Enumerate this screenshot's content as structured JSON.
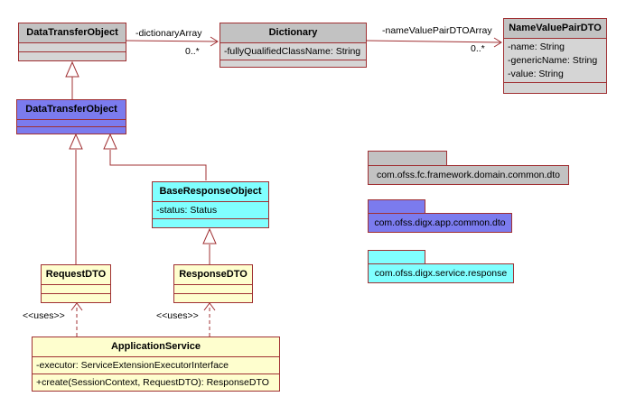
{
  "diagram": {
    "line_color": "#A03033",
    "text_color": "#000000",
    "background": "#FFFFFF",
    "fills": {
      "framework_gray": "#C2C2C2",
      "digx_blue": "#7B7BEE",
      "response_cyan": "#80FFFF",
      "class_yellow": "#FEFECE"
    }
  },
  "classes": {
    "dto_fc": {
      "name": "DataTransferObject",
      "fill": "#C2C2C2"
    },
    "dictionary": {
      "name": "Dictionary",
      "fill": "#C2C2C2",
      "attributes": {
        "a0": "-fullyQualifiedClassName: String"
      }
    },
    "name_value_pair_dto": {
      "name": "NameValuePairDTO",
      "fill": "#C2C2C2",
      "attributes": {
        "a0": "-name: String",
        "a1": "-genericName: String",
        "a2": "-value: String"
      }
    },
    "dto_digx": {
      "name": "DataTransferObject",
      "fill": "#7B7BEE"
    },
    "base_response_object": {
      "name": "BaseResponseObject",
      "fill": "#80FFFF",
      "attributes": {
        "a0": "-status: Status"
      }
    },
    "request_dto": {
      "name": "RequestDTO",
      "fill": "#FEFECE"
    },
    "response_dto": {
      "name": "ResponseDTO",
      "fill": "#FEFECE"
    },
    "application_service": {
      "name": "ApplicationService",
      "fill": "#FEFECE",
      "attributes": {
        "a0": "-executor: ServiceExtensionExecutorInterface"
      },
      "operations": {
        "o0": "+create(SessionContext, RequestDTO): ResponseDTO"
      }
    }
  },
  "associations": {
    "dictionary_array": {
      "label": "-dictionaryArray",
      "multiplicity": "0..*"
    },
    "name_value_pair_dto_array": {
      "label": "-nameValuePairDTOArray",
      "multiplicity": "0..*"
    }
  },
  "dependencies": {
    "uses_request": {
      "stereotype": "<<uses>>"
    },
    "uses_response": {
      "stereotype": "<<uses>>"
    }
  },
  "packages": {
    "p0": {
      "name": "com.ofss.fc.framework.domain.common.dto",
      "fill": "#C2C2C2"
    },
    "p1": {
      "name": "com.ofss.digx.app.common.dto",
      "fill": "#7B7BEE"
    },
    "p2": {
      "name": "com.ofss.digx.service.response",
      "fill": "#80FFFF"
    }
  }
}
